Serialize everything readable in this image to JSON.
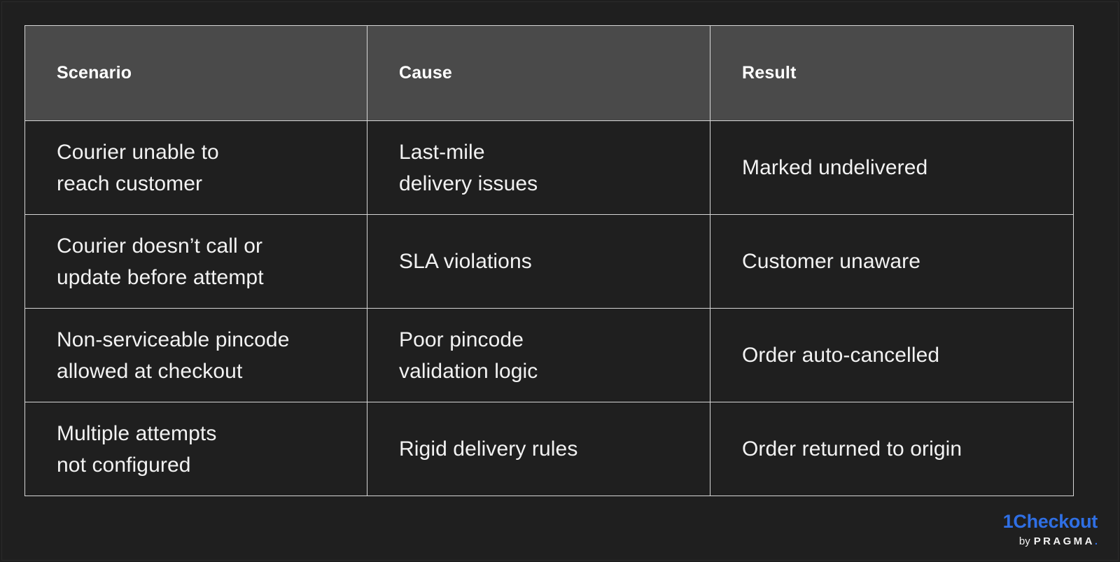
{
  "table": {
    "columns": [
      "Scenario",
      "Cause",
      "Result"
    ],
    "rows": [
      {
        "scenario_line1": "Courier unable to",
        "scenario_line2": "reach customer",
        "cause_line1": "Last-mile",
        "cause_line2": "delivery issues",
        "result_line1": "Marked undelivered",
        "result_line2": ""
      },
      {
        "scenario_line1": "Courier doesn’t call or",
        "scenario_line2": "update before attempt",
        "cause_line1": "SLA violations",
        "cause_line2": "",
        "result_line1": "Customer unaware",
        "result_line2": ""
      },
      {
        "scenario_line1": "Non-serviceable pincode",
        "scenario_line2": "allowed at checkout",
        "cause_line1": "Poor pincode",
        "cause_line2": "validation logic",
        "result_line1": "Order auto-cancelled",
        "result_line2": ""
      },
      {
        "scenario_line1": "Multiple attempts",
        "scenario_line2": "not configured",
        "cause_line1": "Rigid delivery rules",
        "cause_line2": "",
        "result_line1": "Order returned to origin",
        "result_line2": ""
      }
    ]
  },
  "brand": {
    "name": "1Checkout",
    "by": "by",
    "parent": "PRAGMA",
    "dot": ".",
    "accent_color": "#2f6fe4"
  },
  "colors": {
    "background": "#1f1f1f",
    "header_cell": "#4a4a4a",
    "border": "#d6d6d6",
    "text": "#f2f2f2",
    "accent": "#2f6fe4"
  }
}
